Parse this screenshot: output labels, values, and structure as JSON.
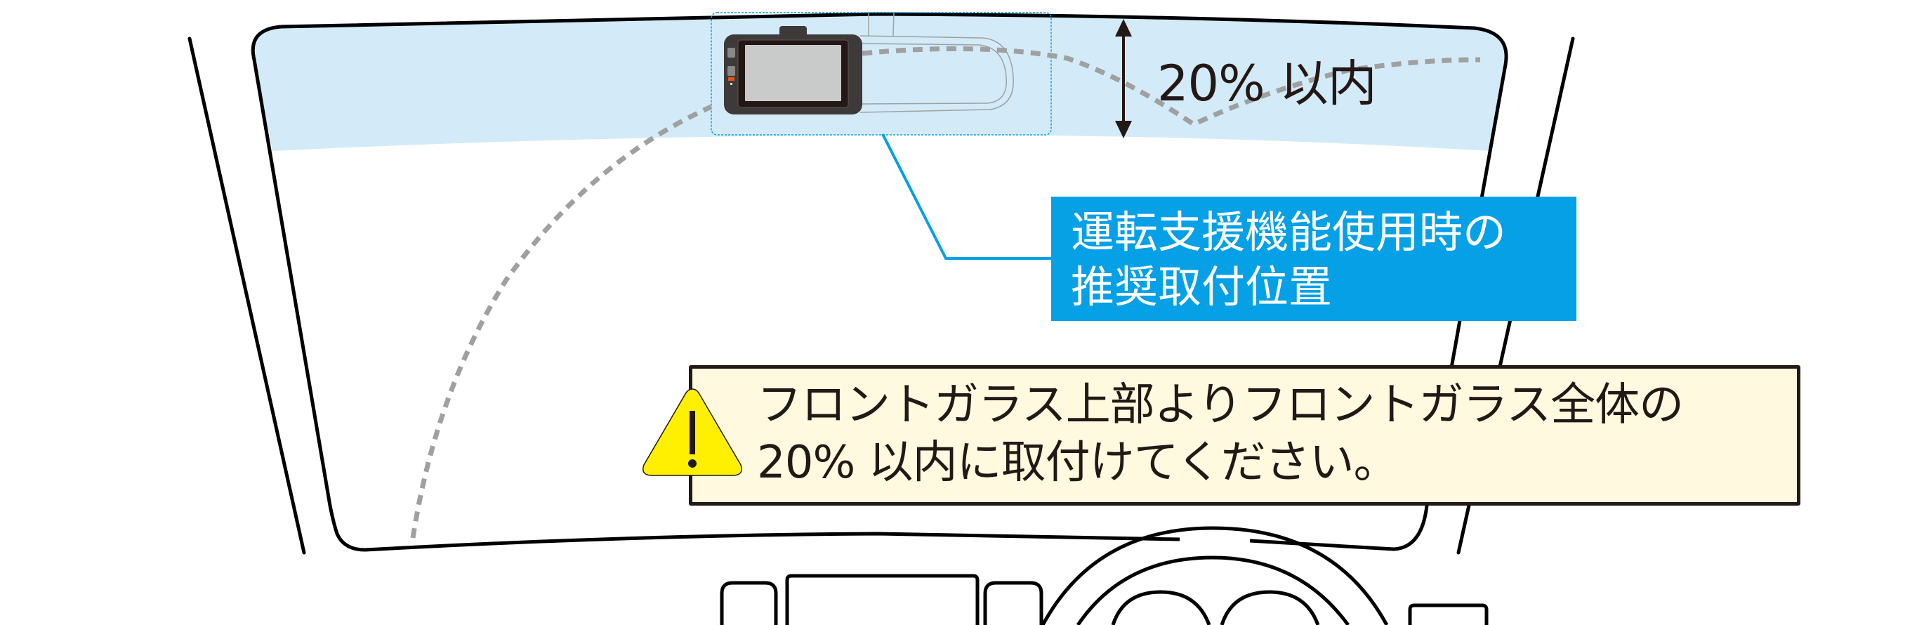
{
  "figure": {
    "type": "dashcam-installation-diagram",
    "height_indicator": {
      "label": "20% 以内",
      "icon": "double-arrow-vertical"
    },
    "recommended_position_callout": {
      "line1": "運転支援機能使用時の",
      "line2": "推奨取付位置",
      "background_color": "#05A0E6",
      "text_color": "#FFFFFF"
    },
    "warning": {
      "icon": "warning-triangle-icon",
      "icon_color": "#FFF000",
      "line1": "フロントガラス上部よりフロントガラス全体の",
      "line2": "20% 以内に取付けてください。",
      "background_color": "#FFFADF"
    },
    "colors": {
      "windshield_band": "#D3EBF8",
      "outline": "#000000",
      "dashed_guide": "#9FA0A0",
      "dashcam_body": "#3E3A39",
      "dashcam_screen": "#C9CACA",
      "indicator_led": "#E95513",
      "callout_line": "#05A0E6"
    }
  }
}
